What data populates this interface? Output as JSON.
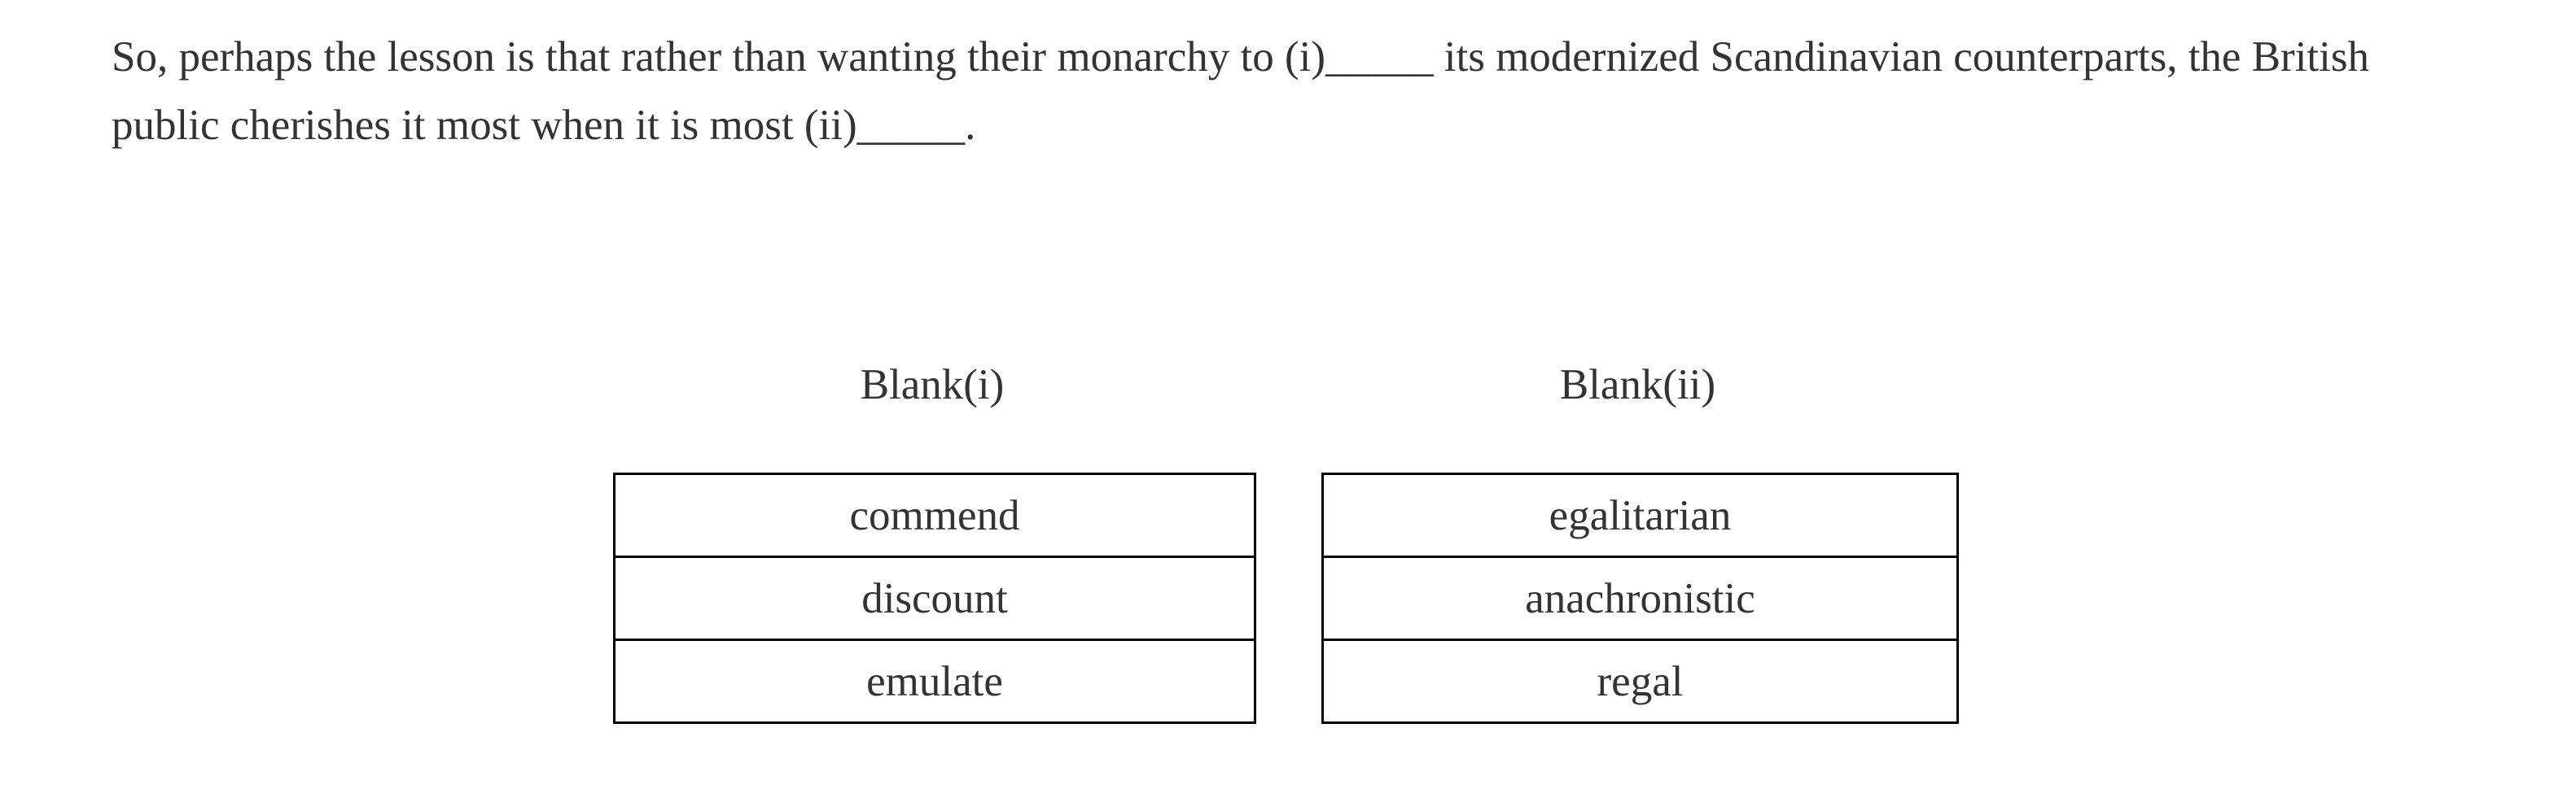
{
  "passage": {
    "line1": "So, perhaps the lesson is that rather than wanting their monarchy to (i)_____ its modernized Scandinavian counterparts, the British",
    "line2": "public cherishes it most when it is most (ii)_____."
  },
  "blanks": [
    {
      "label": "Blank(i)",
      "options": [
        "commend",
        "discount",
        "emulate"
      ]
    },
    {
      "label": "Blank(ii)",
      "options": [
        "egalitarian",
        "anachronistic",
        "regal"
      ]
    }
  ],
  "colors": {
    "text": "#333333",
    "table_border": "#000000",
    "background": "#ffffff"
  }
}
